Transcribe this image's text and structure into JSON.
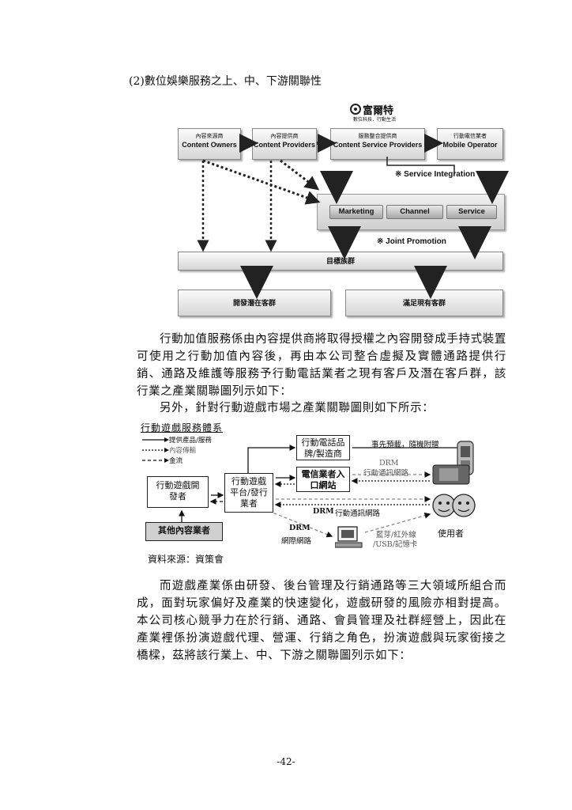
{
  "section_heading": "(2)數位娛樂服務之上、中、下游關聯性",
  "figure1": {
    "logo_text": "富爾特",
    "logo_subtitle": "數位科技．行動生活",
    "boxes": [
      {
        "zh": "內容來源商",
        "en": "Content Owners"
      },
      {
        "zh": "內容提供商",
        "en": "Content Providers"
      },
      {
        "zh": "服務整合提供商",
        "en": "Content Service Providers"
      },
      {
        "zh": "行動電信業者",
        "en": "Mobile Operator"
      }
    ],
    "service_integration": "※ Service Integration",
    "pills": [
      "Marketing",
      "Channel",
      "Service"
    ],
    "joint_promotion": "※ Joint Promotion",
    "target_bar": "目標族群",
    "bottom_left": "開發潛在客群",
    "bottom_right": "滿足現有客群"
  },
  "para1": "行動加值服務係由內容提供商將取得授權之內容開發成手持式裝置可使用之行動加值內容後，再由本公司整合虛擬及實體通路提供行銷、通路及維護等服務予行動電話業者之現有客戶及潛在客戶群，該行業之產業關聯圖列示如下：",
  "para2": "另外，針對行動遊戲市場之產業關聯圖則如下所示：",
  "figure2": {
    "title": "行動遊戲服務體系",
    "legend": [
      "提供產品/服務",
      "內容傳輸",
      "金流"
    ],
    "boxes": {
      "developer": "行動遊戲開發者",
      "platform": "行動遊戲平台/發行業者",
      "phone_maker": "行動電話品牌/製造商",
      "telecom": "電信業者入口網站",
      "other_content": "其他內容業者"
    },
    "labels": {
      "preinstall": "事先預載，隨機附贈",
      "drm_top": "DRM",
      "mobile_net_top": "行動通訊網路",
      "drm_mid": "DRM",
      "mobile_net_mid": "行動通訊網路",
      "drm_bottom": "DRM",
      "internet": "網際網路",
      "bluetooth": "藍芽/紅外線",
      "usb": "/USB/記憶卡",
      "user": "使用者"
    }
  },
  "source": "資料來源：資策會",
  "para3": "而遊戲產業係由研發、後台管理及行銷通路等三大領域所組合而成，面對玩家偏好及產業的快速變化，遊戲研發的風險亦相對提高。本公司核心競爭力在於行銷、通路、會員管理及社群經營上，因此在產業裡係扮演遊戲代理、營運、行銷之角色，扮演遊戲與玩家銜接之橋樑，茲將該行業上、中、下游之關聯圖列示如下：",
  "page_number": "-42-"
}
